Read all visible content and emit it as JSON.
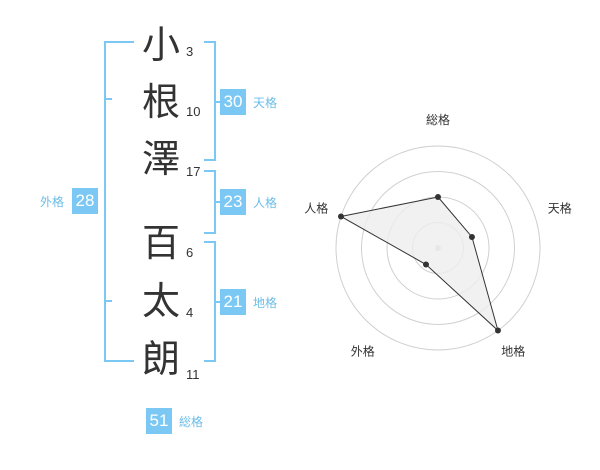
{
  "name": {
    "characters": [
      {
        "char": "小",
        "strokes": "3"
      },
      {
        "char": "根",
        "strokes": "10"
      },
      {
        "char": "澤",
        "strokes": "17"
      },
      {
        "char": "百",
        "strokes": "6"
      },
      {
        "char": "太",
        "strokes": "4"
      },
      {
        "char": "朗",
        "strokes": "11"
      }
    ]
  },
  "fortunes": {
    "tenkaku": {
      "value": "30",
      "label": "天格"
    },
    "jinkaku": {
      "value": "23",
      "label": "人格"
    },
    "chikaku": {
      "value": "21",
      "label": "地格"
    },
    "gaikaku": {
      "value": "28",
      "label": "外格"
    },
    "soukaku": {
      "value": "51",
      "label": "総格"
    }
  },
  "colors": {
    "accent": "#7cc8f4",
    "accent_text": "#6bbde9",
    "text": "#333333",
    "grid": "#d0d0d0",
    "polygon_fill": "#eeeeee",
    "polygon_stroke": "#333333"
  },
  "chart_data": {
    "type": "radar",
    "axes": [
      "総格",
      "天格",
      "地格",
      "外格",
      "人格"
    ],
    "values": [
      0.5,
      0.35,
      1.0,
      0.2,
      1.0
    ],
    "max": 1.0,
    "rings": 4,
    "title": ""
  }
}
